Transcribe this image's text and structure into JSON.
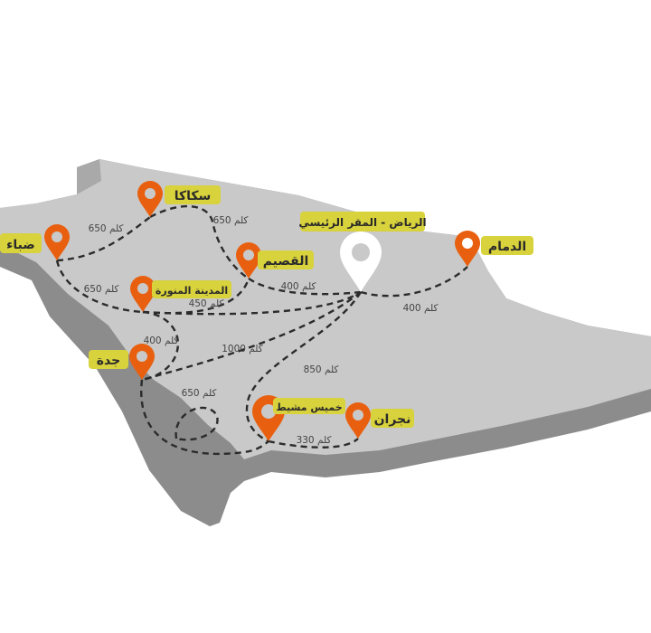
{
  "colors": {
    "land_top": "#c9c9c9",
    "land_side": "#8c8c8c",
    "pin": "#e8600f",
    "pin_main": "#ffffff",
    "label_bg": "#d8d23c",
    "route": "#2b2b2b"
  },
  "cities": {
    "riyadh": {
      "label": "الرياض - المقر الرئيسي"
    },
    "dammam": {
      "label": "الدمام"
    },
    "qassim": {
      "label": "القصيم"
    },
    "sakaka": {
      "label": "سكاكا"
    },
    "duba": {
      "label": "ضباء"
    },
    "madinah": {
      "label": "المدينة المنورة"
    },
    "jeddah": {
      "label": "جدة"
    },
    "khamis": {
      "label": "خميس مشيط"
    },
    "najran": {
      "label": "نجران"
    }
  },
  "distances": {
    "duba_sakaka": "650 كلم",
    "sakaka_qassim": "650 كلم",
    "duba_madinah": "650 كلم",
    "qassim_riyadh": "400 كلم",
    "riyadh_dammam": "400 كلم",
    "madinah_qassim": "450 كلم",
    "madinah_jeddah": "400 كلم",
    "riyadh_jeddah": "1000 كلم",
    "riyadh_khamis": "850 كلم",
    "jeddah_loop": "650 كلم",
    "khamis_najran": "330 كلم"
  }
}
